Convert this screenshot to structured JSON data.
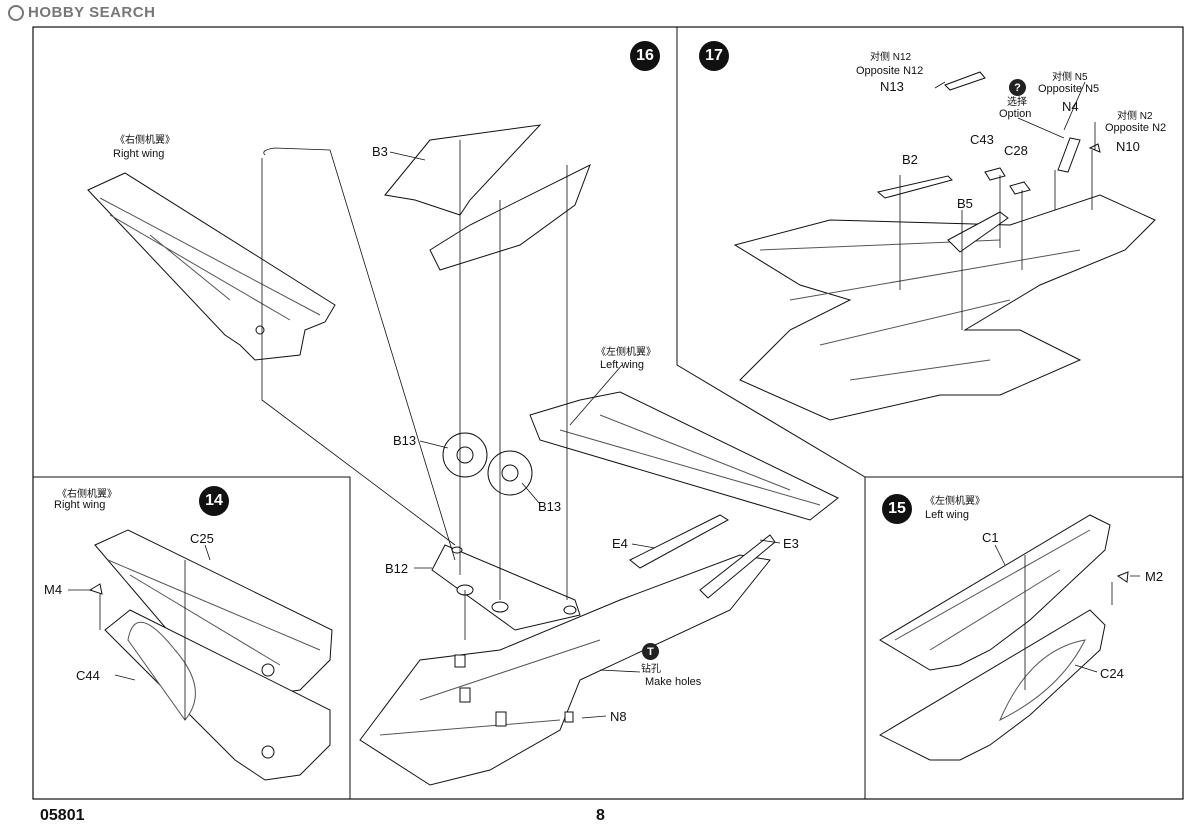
{
  "watermark": {
    "text": "HOBBY SEARCH"
  },
  "footer": {
    "code": "05801",
    "page": "8"
  },
  "steps": {
    "s16": {
      "number": "16"
    },
    "s17": {
      "number": "17"
    },
    "s14": {
      "number": "14"
    },
    "s15": {
      "number": "15"
    }
  },
  "labels": {
    "s16_right_wing_cn": "《右侧机翼》",
    "s16_right_wing": "Right wing",
    "s16_left_wing_cn": "《左侧机翼》",
    "s16_left_wing": "Left wing",
    "s16_B3": "B3",
    "s16_B13_a": "B13",
    "s16_B13_b": "B13",
    "s16_B12": "B12",
    "s16_E4": "E4",
    "s16_E3": "E3",
    "s16_N8": "N8",
    "s16_drill_icon": "T",
    "s16_drill_cn": "钻孔",
    "s16_drill": "Make holes",
    "s17_N12_cn": "对侧 N12",
    "s17_N12": "Opposite N12",
    "s17_N13": "N13",
    "s17_option_icon": "?",
    "s17_option_cn": "选择",
    "s17_option": "Option",
    "s17_N5_cn": "对侧 N5",
    "s17_N5": "Opposite N5",
    "s17_N4": "N4",
    "s17_N2_cn": "对侧 N2",
    "s17_N2": "Opposite N2",
    "s17_N10": "N10",
    "s17_C43": "C43",
    "s17_C28": "C28",
    "s17_B2": "B2",
    "s17_B5": "B5",
    "s14_right_wing_cn": "《右侧机翼》",
    "s14_right_wing": "Right wing",
    "s14_C25": "C25",
    "s14_M4": "M4",
    "s14_C44": "C44",
    "s15_left_wing_cn": "《左侧机翼》",
    "s15_left_wing": "Left wing",
    "s15_C1": "C1",
    "s15_M2": "M2",
    "s15_C24": "C24"
  }
}
